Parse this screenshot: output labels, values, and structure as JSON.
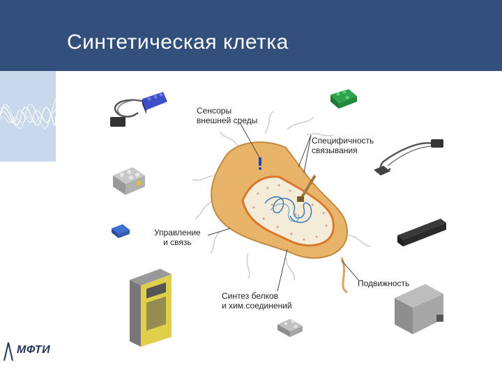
{
  "slide": {
    "title": "Синтетическая клетка",
    "logo_text": "МФТИ"
  },
  "labels": {
    "sensors": "Сенсоры\nвнешней среды",
    "specificity": "Специфичность\nсвязывания",
    "control": "Управление\nи связь",
    "synthesis": "Синтез белков\nи хим.соединений",
    "motility": "Подвижность"
  },
  "colors": {
    "header": "#33507d",
    "cell_outer": "#e8b46a",
    "cell_inner": "#f4ecd8",
    "membrane": "#d9772a",
    "dna": "#3b78b5",
    "lego_blue": "#3b4fc9",
    "lego_green": "#2ea34a"
  }
}
